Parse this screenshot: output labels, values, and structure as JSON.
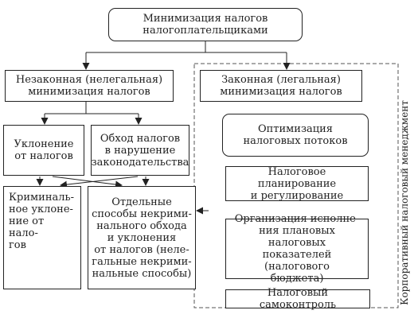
{
  "colors": {
    "line": "#222222",
    "background": "#ffffff"
  },
  "diagram": {
    "root": "Минимизация налогов\nналогоплательщиками",
    "illegal": {
      "title": "Незаконная (нелегальная)\nминимизация налогов",
      "evasion": "Уклонение\nот налогов",
      "avoidance": "Обход налогов\nв нарушение\nзаконодательства",
      "criminal": "Криминаль-\nное уклоне-\nние от нало-\nгов",
      "noncriminal": "Отдельные\nспособы некрими-\nнального обхода\nи уклонения\nот налогов (неле-\nгальные некрими-\nнальные способы)"
    },
    "legal": {
      "title": "Законная (легальная)\nминимизация налогов",
      "optimization": "Оптимизация\nналоговых потоков",
      "planning": "Налоговое планирование\nи регулирование",
      "organization": "Организация исполне-\nния плановых налоговых\nпоказателей (налогового\nбюджета)",
      "selfcontrol": "Налоговый самоконтроль"
    },
    "side_label": "Корпоративный налоговый менеджмент"
  }
}
